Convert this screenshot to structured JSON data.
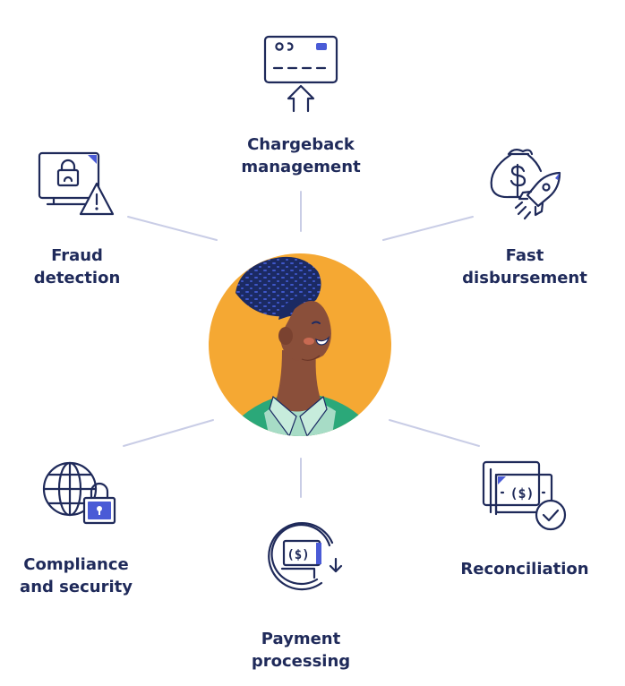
{
  "colors": {
    "ink": "#1f2a5a",
    "accent": "#4a5bd6",
    "connector": "#c9cde6",
    "avatar_bg": "#f5a833",
    "skin": "#8a4f3a",
    "hair": "#1b2a63",
    "shirt": "#a7dcc6",
    "jacket": "#2ba879"
  },
  "center": {
    "figure": "person-avatar"
  },
  "nodes": [
    {
      "key": "chargeback",
      "icon": "credit-card-arrow-icon",
      "lines": [
        "Chargeback",
        "management"
      ]
    },
    {
      "key": "disbursement",
      "icon": "money-bag-rocket-icon",
      "lines": [
        "Fast",
        "disbursement"
      ]
    },
    {
      "key": "reconciliation",
      "icon": "bills-check-icon",
      "lines": [
        "Reconciliation"
      ]
    },
    {
      "key": "payment",
      "icon": "cycle-payment-icon",
      "lines": [
        "Payment",
        "processing"
      ]
    },
    {
      "key": "compliance",
      "icon": "globe-lock-icon",
      "lines": [
        "Compliance",
        "and security"
      ]
    },
    {
      "key": "fraud",
      "icon": "monitor-warning-icon",
      "lines": [
        "Fraud",
        "detection"
      ]
    }
  ]
}
